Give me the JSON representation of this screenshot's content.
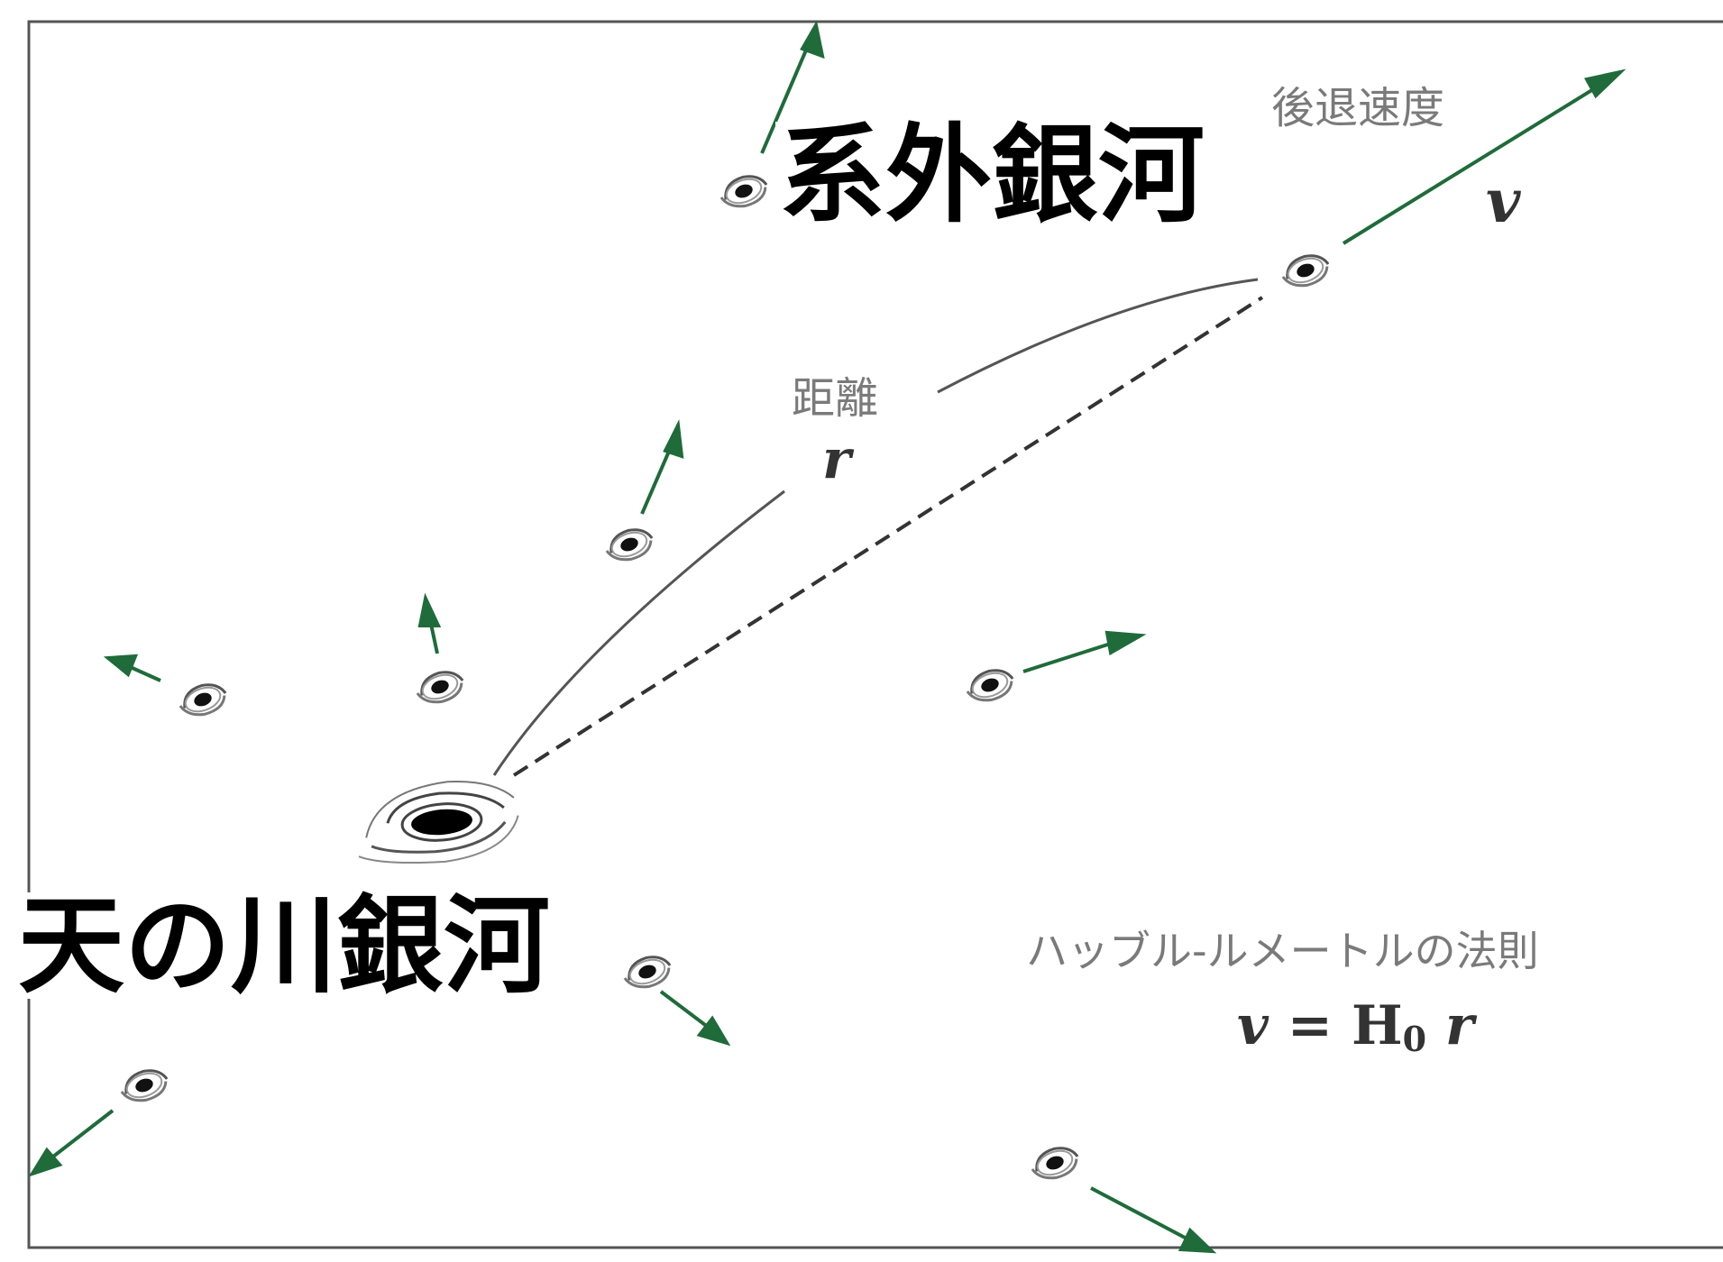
{
  "labels": {
    "extragalactic": "系外銀河",
    "milky_way": "天の川銀河",
    "recession_velocity": "後退速度",
    "velocity_symbol": "v",
    "distance": "距離",
    "distance_symbol": "r",
    "law_name": "ハッブル-ルメートルの法則",
    "formula_v": "v",
    "formula_eq": " = ",
    "formula_H": "H",
    "formula_sub": "0",
    "formula_r": " r"
  },
  "colors": {
    "arrow": "#1f6b3a",
    "curve": "#555555",
    "dashed": "#333333",
    "frame": "#555555",
    "galaxy": "#111111"
  },
  "icons": {
    "galaxy": "spiral-galaxy-icon",
    "milky_way": "milky-way-galaxy-icon",
    "arrow": "velocity-arrow"
  }
}
